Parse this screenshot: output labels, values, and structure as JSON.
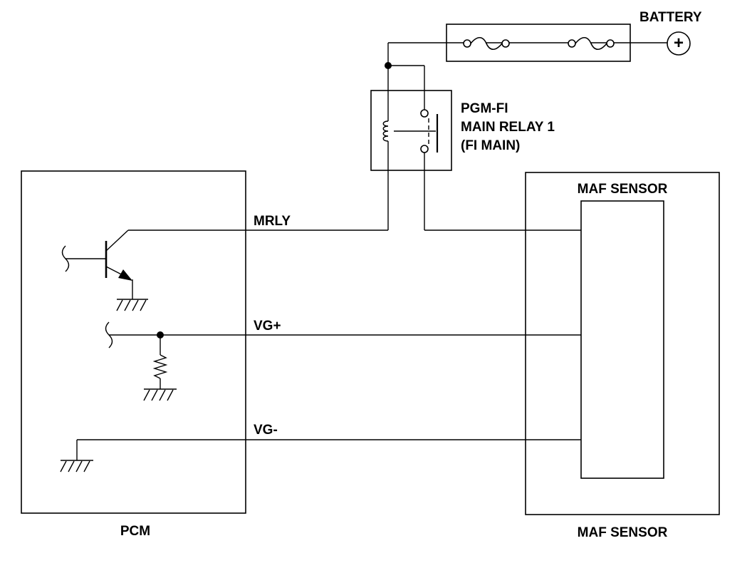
{
  "labels": {
    "battery": "BATTERY",
    "relay_line1": "PGM-FI",
    "relay_line2": "MAIN RELAY 1",
    "relay_line3": "(FI MAIN)",
    "maf_inner": "MAF SENSOR",
    "maf_bottom": "MAF SENSOR",
    "pcm": "PCM",
    "wire_mrly": "MRLY",
    "wire_vg_plus": "VG+",
    "wire_vg_minus": "VG-",
    "battery_symbol": "+"
  }
}
